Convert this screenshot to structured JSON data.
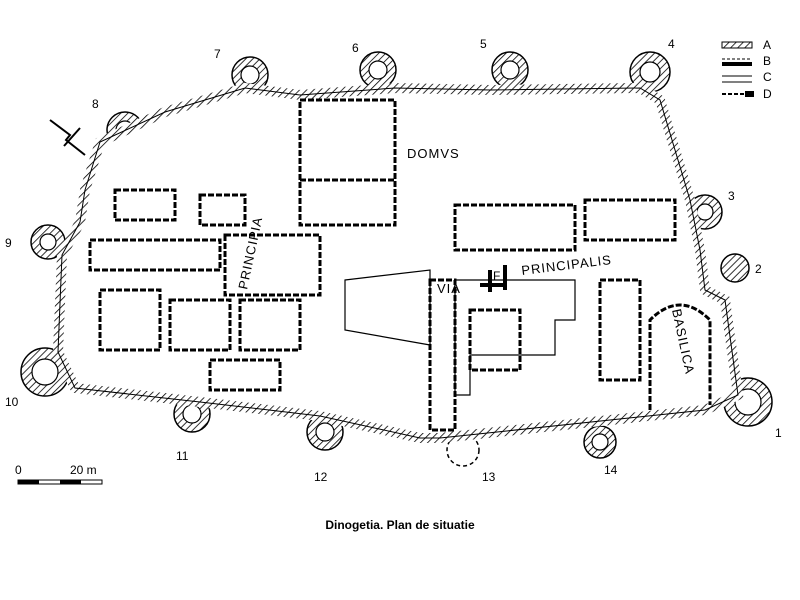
{
  "tower_numbers": [
    "1",
    "2",
    "3",
    "4",
    "5",
    "6",
    "7",
    "8",
    "9",
    "10",
    "11",
    "12",
    "13",
    "14"
  ],
  "legend": [
    "A",
    "B",
    "C",
    "D"
  ],
  "labels": {
    "domus": "DOMVS",
    "principia": "PRINCIPIA",
    "via": "VIA",
    "principalis": "PRINCIPALIS",
    "basilica": "BASILICA",
    "f": "F"
  },
  "scale": {
    "zero": "0",
    "length": "20 m"
  },
  "caption": "Dinogetia. Plan de situatie"
}
